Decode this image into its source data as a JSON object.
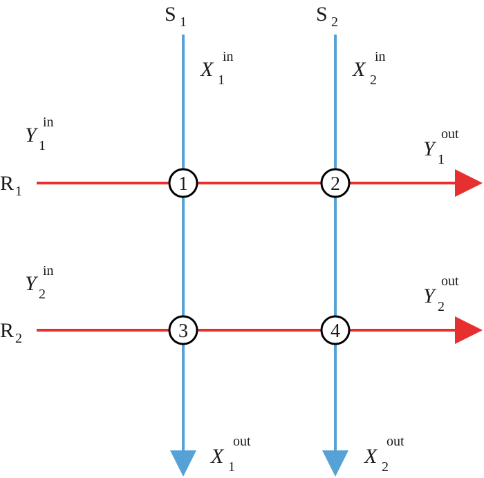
{
  "colors": {
    "stream_s": "#56a2d6",
    "stream_r": "#e63030",
    "node_stroke": "#000000",
    "node_fill": "#ffffff",
    "text": "#1a1a1a"
  },
  "streams": {
    "s1": {
      "letter": "S",
      "sub": "1"
    },
    "s2": {
      "letter": "S",
      "sub": "2"
    },
    "r1": {
      "letter": "R",
      "sub": "1"
    },
    "r2": {
      "letter": "R",
      "sub": "2"
    }
  },
  "flows": {
    "x1_in": {
      "var": "X",
      "sub": "1",
      "sup": "in"
    },
    "x2_in": {
      "var": "X",
      "sub": "2",
      "sup": "in"
    },
    "x1_out": {
      "var": "X",
      "sub": "1",
      "sup": "out"
    },
    "x2_out": {
      "var": "X",
      "sub": "2",
      "sup": "out"
    },
    "y1_in": {
      "var": "Y",
      "sub": "1",
      "sup": "in"
    },
    "y2_in": {
      "var": "Y",
      "sub": "2",
      "sup": "in"
    },
    "y1_out": {
      "var": "Y",
      "sub": "1",
      "sup": "out"
    },
    "y2_out": {
      "var": "Y",
      "sub": "2",
      "sup": "out"
    }
  },
  "nodes": [
    "1",
    "2",
    "3",
    "4"
  ]
}
